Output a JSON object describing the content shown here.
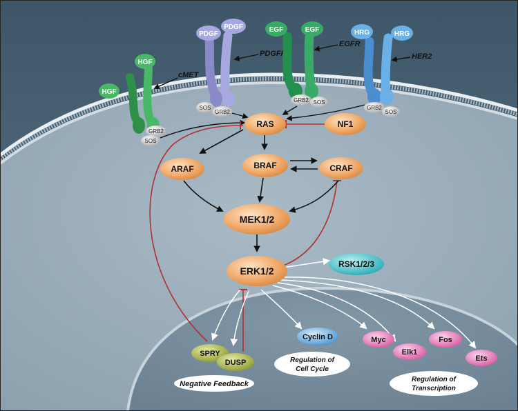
{
  "receptors": [
    {
      "name": "cMET",
      "ligand": "HGF",
      "adaptors": [
        "GRB2",
        "SOS"
      ]
    },
    {
      "name": "PDGFR",
      "ligand": "PDGF",
      "adaptors": [
        "SOS",
        "GRB2"
      ]
    },
    {
      "name": "EGFR",
      "ligand": "EGF",
      "adaptors": [
        "GRB2",
        "SOS"
      ]
    },
    {
      "name": "HER2",
      "ligand": "HRG",
      "adaptors": [
        "GRB2",
        "SOS"
      ]
    }
  ],
  "nodes": {
    "ras": "RAS",
    "nf1": "NF1",
    "araf": "ARAF",
    "braf": "BRAF",
    "craf": "CRAF",
    "mek": "MEK1/2",
    "erk": "ERK1/2",
    "rsk": "RSK1/2/3",
    "spry": "SPRY",
    "dusp": "DUSP",
    "cyclin_d": "Cyclin D",
    "myc": "Myc",
    "elk1": "Elk1",
    "fos": "Fos",
    "ets": "Ets"
  },
  "labels": {
    "negative_feedback": "Negative Feedback",
    "cell_cycle_line1": "Regulation of",
    "cell_cycle_line2": "Cell Cycle",
    "transcription_line1": "Regulation of",
    "transcription_line2": "Transcription"
  },
  "colors": {
    "cmet": "#3fa85a",
    "pdgfr": "#9a9ad6",
    "egfr": "#2e9a5e",
    "her2": "#5a9ed6",
    "kinase": "#f0a868",
    "rsk": "#3fc0c8",
    "cyclin": "#5aa0d8",
    "tf": "#e070b0",
    "feedback": "#a8b050",
    "inhibit": "#b03030"
  }
}
